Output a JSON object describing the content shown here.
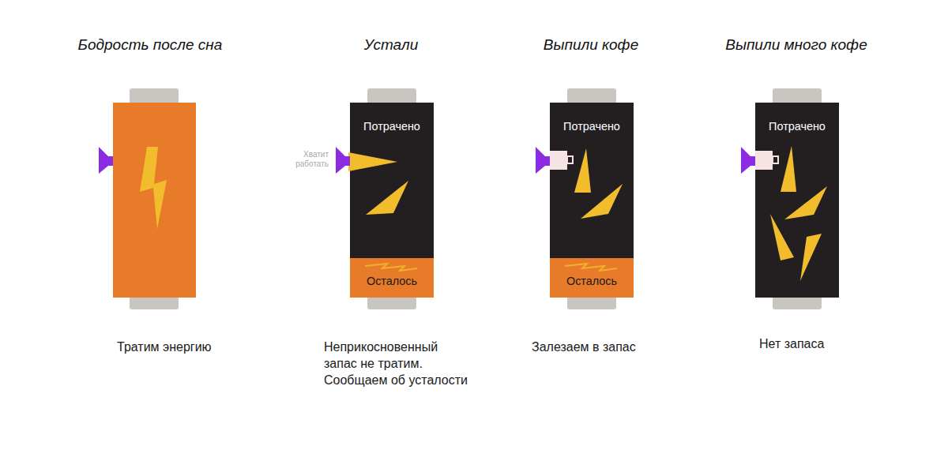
{
  "diagram": {
    "nodes": [
      {
        "text": [
          "Бодрость после сна"
        ]
      },
      {
        "text": [
          "Устали",
          "Потрачено"
        ]
      },
      {
        "text": [
          "Осталось"
        ],
        "in": 1
      },
      {
        "text": [
          "Выпили кофе",
          "Потрачено"
        ]
      },
      {
        "text": [
          "Осталось"
        ],
        "in": 3
      },
      {
        "text": [
          "Выпили много кофе",
          "Потрачено"
        ]
      }
    ],
    "labels": [
      "Тратим энергию",
      "Хватит работать",
      "Неприкосновенный запас не тратим. Сообщаем об усталости",
      "Залезаем в запас",
      "Нет запаса"
    ]
  }
}
